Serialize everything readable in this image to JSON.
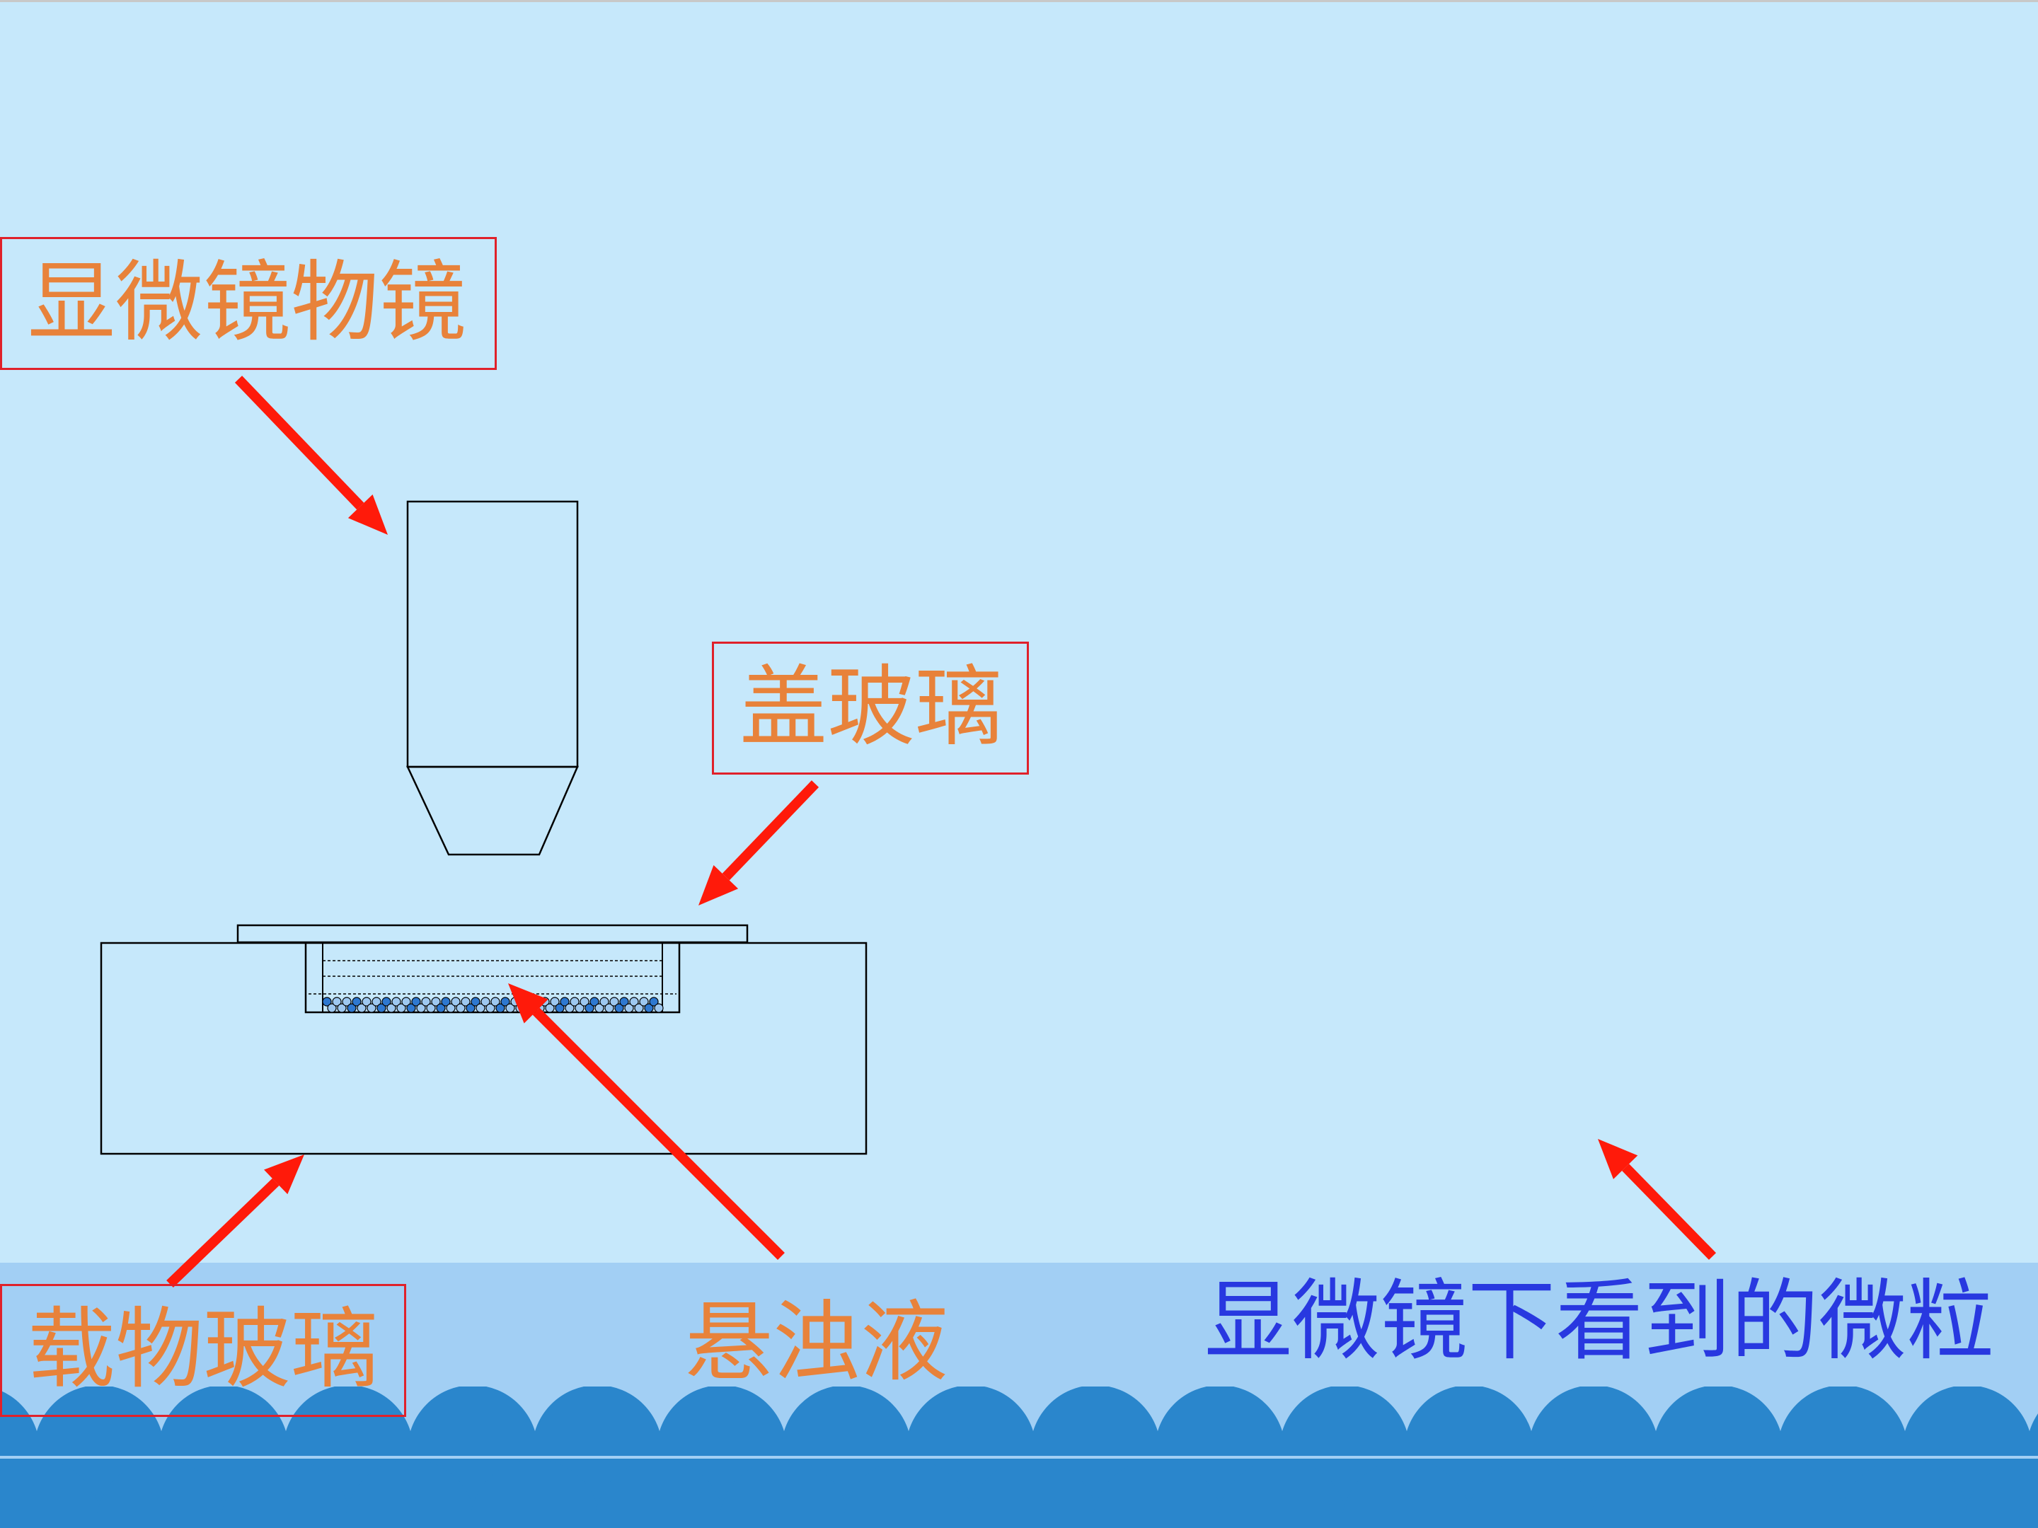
{
  "labels": {
    "objective": "显微镜物镜",
    "coverslip": "盖玻璃",
    "slide": "载物玻璃",
    "suspension": "悬浊液",
    "particles": "显微镜下看到的微粒"
  },
  "colors": {
    "background": "#c6e8fb",
    "band": "#a2cff4",
    "waves": "#2a86cc",
    "arrow": "#ff1a0a",
    "label_text": "#e8823a",
    "label_border": "#e0212a",
    "particles_text": "#2838e0",
    "particles_dot": "#2e78d0"
  }
}
